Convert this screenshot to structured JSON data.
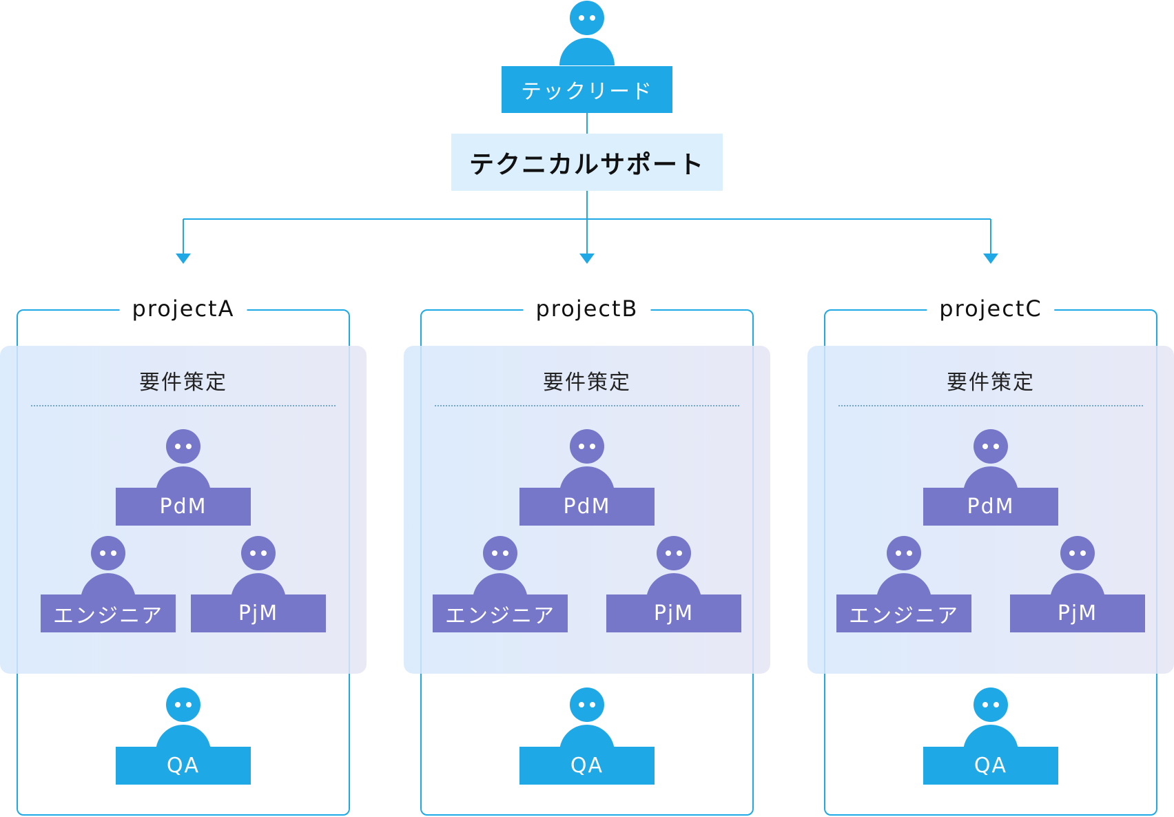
{
  "colors": {
    "accent_cyan": "#1ea9e6",
    "role_purple": "#7677c9",
    "support_fill": "#dbeffc",
    "frame_border": "#1ea9e6"
  },
  "tech_lead": {
    "label": "テックリード",
    "icon": "person-icon"
  },
  "support": {
    "label": "テクニカルサポート"
  },
  "projects": [
    {
      "title": "projectA",
      "requirements_label": "要件策定",
      "pdm": "PdM",
      "engineer": "エンジニア",
      "pjm": "PjM",
      "qa": "QA"
    },
    {
      "title": "projectB",
      "requirements_label": "要件策定",
      "pdm": "PdM",
      "engineer": "エンジニア",
      "pjm": "PjM",
      "qa": "QA"
    },
    {
      "title": "projectC",
      "requirements_label": "要件策定",
      "pdm": "PdM",
      "engineer": "エンジニア",
      "pjm": "PjM",
      "qa": "QA"
    }
  ]
}
